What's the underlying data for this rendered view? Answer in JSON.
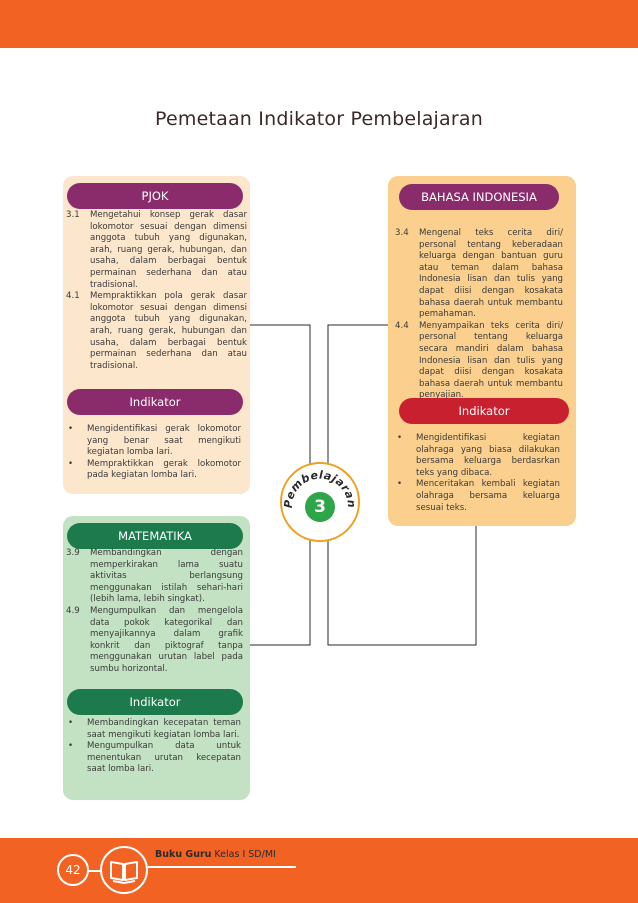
{
  "title": "Pemetaan Indikator Pembelajaran",
  "pjok": {
    "label": "PJOK",
    "kd": [
      {
        "num": "3.1",
        "text": "Mengetahui konsep gerak dasar lokomotor sesuai dengan dimensi anggota tubuh yang digunakan, arah, ruang gerak, hubungan, dan usaha, dalam berbagai bentuk permainan sederhana dan atau tradisional."
      },
      {
        "num": "4.1",
        "text": "Mempraktikkan pola gerak dasar lokomotor sesuai dengan dimensi anggota tubuh yang digunakan, arah, ruang gerak, hubungan dan usaha, dalam berbagai bentuk permainan sederhana dan atau tradisional."
      }
    ],
    "indikator_label": "Indikator",
    "indikator": [
      "Mengidentifikasi gerak lokomotor yang benar saat mengikuti kegiatan lomba lari.",
      "Mempraktikkan gerak lokomotor pada kegiatan lomba lari."
    ]
  },
  "bahasa": {
    "label": "BAHASA INDONESIA",
    "kd": [
      {
        "num": "3.4",
        "text": "Mengenal teks cerita diri/ personal tentang keberadaan keluarga dengan bantuan guru atau teman dalam bahasa Indonesia lisan dan tulis yang dapat diisi dengan kosakata bahasa daerah untuk membantu pemahaman."
      },
      {
        "num": "4.4",
        "text": "Menyampaikan teks cerita diri/ personal tentang keluarga secara mandiri dalam bahasa Indonesia lisan dan tulis yang dapat diisi dengan kosakata bahasa daerah untuk membantu penyajian."
      }
    ],
    "indikator_label": "Indikator",
    "indikator": [
      "Mengidentifikasi kegiatan olahraga yang biasa dilakukan bersama keluarga berdasrkan teks yang dibaca.",
      "Menceritakan kembali kegiatan olahraga bersama keluarga sesuai teks."
    ]
  },
  "matematika": {
    "label": "MATEMATIKA",
    "kd": [
      {
        "num": "3.9",
        "text": "Membandingkan dengan memperkirakan lama suatu aktivitas berlangsung menggunakan istilah sehari-hari (lebih lama, lebih singkat)."
      },
      {
        "num": "4.9",
        "text": "Mengumpulkan dan mengelola data pokok kategorikal dan menyajikannya dalam grafik konkrit dan piktograf tanpa menggunakan urutan label pada sumbu horizontal."
      }
    ],
    "indikator_label": "Indikator",
    "indikator": [
      "Membandingkan kecepatan teman saat mengikuti kegiatan lomba lari.",
      "Mengumpulkan data untuk menentukan urutan kecepatan saat lomba lari."
    ]
  },
  "badge": {
    "arc_text": "Pembelajaran",
    "number": "3"
  },
  "footer": {
    "page_number": "42",
    "book_bold": "Buku Guru",
    "book_rest": " Kelas I SD/MI"
  },
  "bullet": "•",
  "colors": {
    "orange": "#f26223",
    "purple": "#8a2c6b",
    "red": "#c8202e",
    "green_dark": "#1c7a4c",
    "green_badge": "#2fa54a"
  }
}
